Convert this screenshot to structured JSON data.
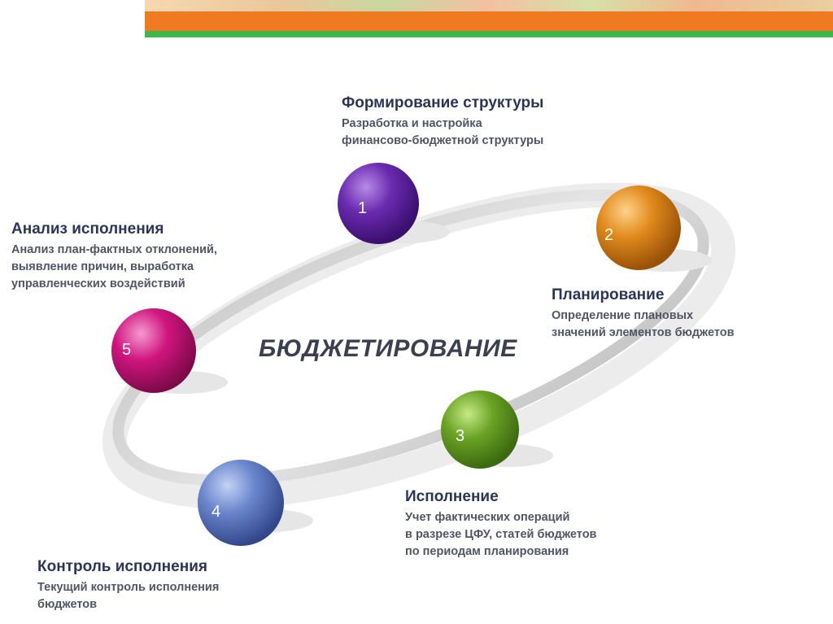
{
  "center_title": "БЮДЖЕТИРОВАНИЕ",
  "colors": {
    "banner_orange": "#f07a22",
    "banner_green": "#3fb74a",
    "node_1": "#6b2bb0",
    "node_2": "#e08a1c",
    "node_3": "#6ba326",
    "node_4": "#6a86cc",
    "node_5": "#d0157f",
    "ring": "#d6d6d6"
  },
  "stages": [
    {
      "number": "1",
      "title": "Формирование структуры",
      "lines": [
        "Разработка и настройка",
        "финансово-бюджетной структуры"
      ]
    },
    {
      "number": "2",
      "title": "Планирование",
      "lines": [
        "Определение плановых",
        "значений элементов бюджетов"
      ]
    },
    {
      "number": "3",
      "title": "Исполнение",
      "lines": [
        "Учет фактических операций",
        "в разрезе ЦФУ,  статей бюджетов",
        "по периодам планирования"
      ]
    },
    {
      "number": "4",
      "title": "Контроль исполнения",
      "lines": [
        "Текущий контроль исполнения",
        "бюджетов"
      ]
    },
    {
      "number": "5",
      "title": "Анализ исполнения",
      "lines": [
        "Анализ план-фактных отклонений,",
        "выявление причин, выработка",
        "управленческих воздействий"
      ]
    }
  ]
}
